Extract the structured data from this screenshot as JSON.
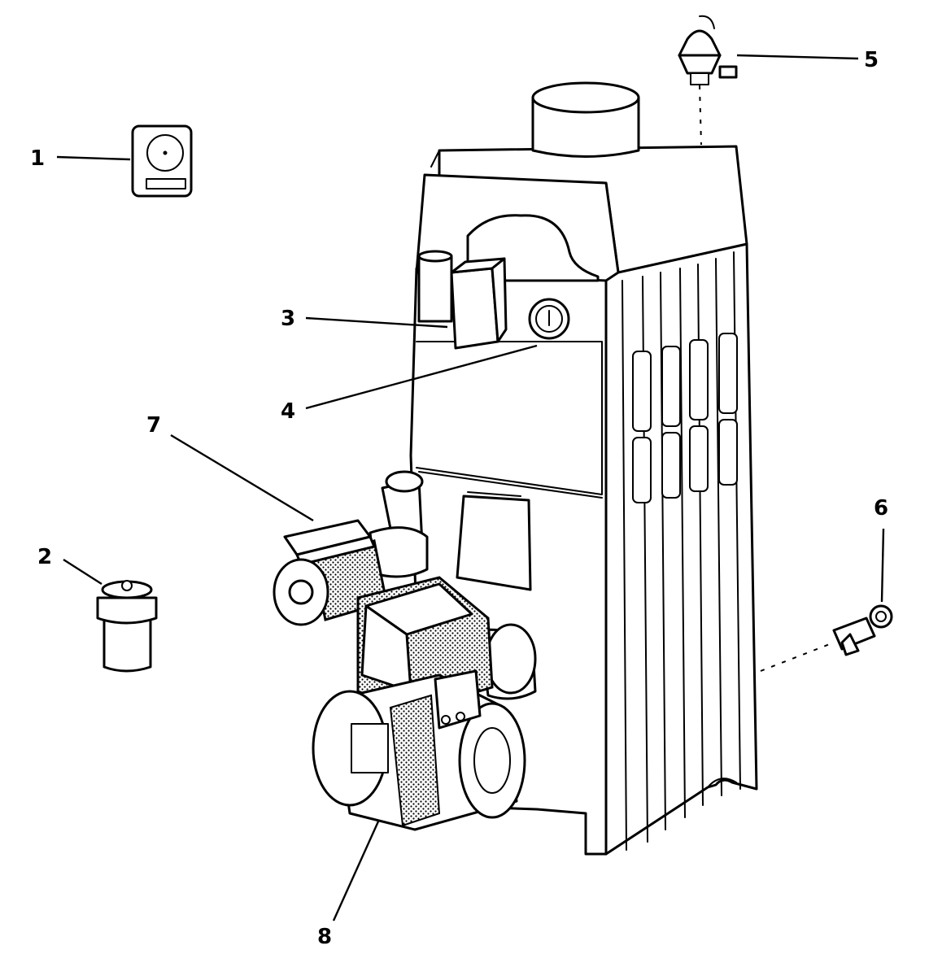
{
  "callouts": [
    {
      "id": "1",
      "label": "1"
    },
    {
      "id": "2",
      "label": "2"
    },
    {
      "id": "3",
      "label": "3"
    },
    {
      "id": "4",
      "label": "4"
    },
    {
      "id": "5",
      "label": "5"
    },
    {
      "id": "6",
      "label": "6"
    },
    {
      "id": "7",
      "label": "7"
    },
    {
      "id": "8",
      "label": "8"
    }
  ],
  "colors": {
    "ink": "#000000",
    "paper": "#ffffff",
    "shading": "#cfcfcf"
  }
}
